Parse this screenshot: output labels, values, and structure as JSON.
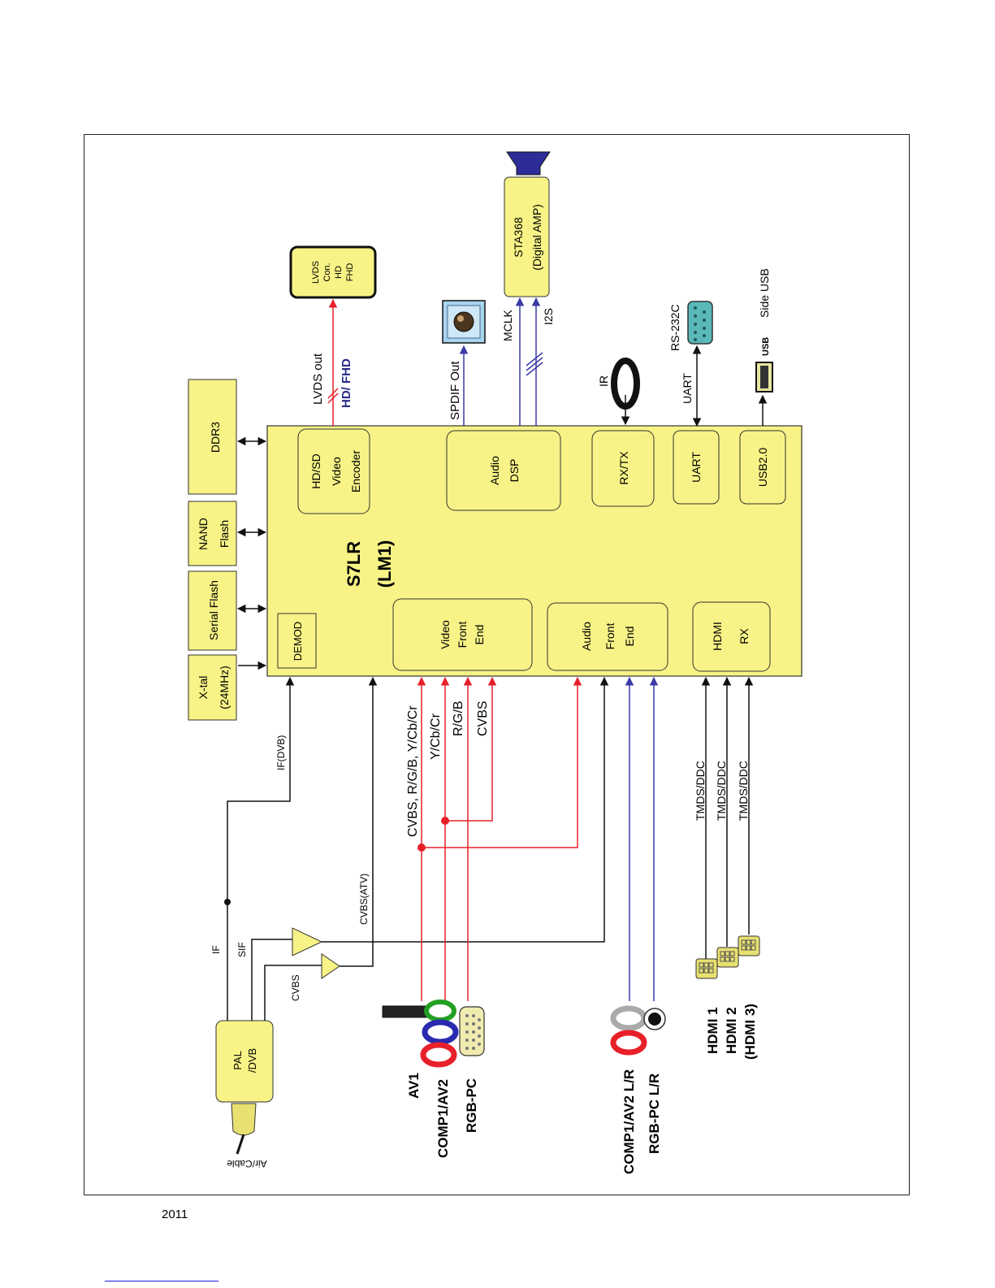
{
  "footer": {
    "year": "2011"
  },
  "chip": {
    "name": "S7LR",
    "model": "(LM1)"
  },
  "blocks": {
    "demod": "DEMOD",
    "video_front_end": [
      "Video",
      "Front",
      "End"
    ],
    "audio_front_end": [
      "Audio",
      "Front",
      "End"
    ],
    "hdmi_rx": [
      "HDMI",
      "RX"
    ],
    "video_encoder": [
      "HD/SD",
      "Video",
      "Encoder"
    ],
    "audio_dsp": [
      "Audio",
      "DSP"
    ],
    "rx_tx": "RX/TX",
    "uart": "UART",
    "usb": "USB2.0"
  },
  "memory": {
    "ddr3": "DDR3",
    "nand": [
      "NAND",
      "Flash"
    ],
    "serial_flash": "Serial Flash",
    "xtal": [
      "X-tal",
      "(24MHz)"
    ]
  },
  "outputs": {
    "lvds": [
      "LVDS",
      "Con.",
      "HD",
      "FHD"
    ],
    "lvds_out": "LVDS out",
    "hd_fhd": "HD/ FHD",
    "spdif_out": "SPDIF Out",
    "mclk": "MCLK",
    "i2s": "I2S",
    "amp": [
      "STA368",
      "(Digital AMP)"
    ],
    "ir": "IR",
    "uart_line": "UART",
    "rs232c": "RS-232C",
    "usb_icon": "USB",
    "side_usb": "Side USB"
  },
  "signals": {
    "if_dvb": "IF(DVB)",
    "if": "IF",
    "sif": "SIF",
    "cvbs": "CVBS",
    "cvbs_atv": "CVBS(ATV)",
    "video1": "CVBS, R/G/B, Y/Cb/Cr",
    "video2": "Y/Cb/Cr",
    "video3": "R/G/B",
    "video4": "CVBS",
    "tmds1": "TMDS/DDC",
    "tmds2": "TMDS/DDC",
    "tmds3": "TMDS/DDC"
  },
  "inputs": {
    "tuner": [
      "PAL",
      "/DVB"
    ],
    "air_cable": "Air/Cable",
    "av1": "AV1",
    "comp1_av2": "COMP1/AV2",
    "rgb_pc": "RGB-PC",
    "comp_audio": "COMP1/AV2  L/R",
    "rgb_audio": "RGB-PC  L/R",
    "hdmi1": "HDMI 1",
    "hdmi2": "HDMI 2",
    "hdmi3": "(HDMI 3)"
  },
  "colors": {
    "block_fill": "#f7f386",
    "line_red": "#e8202a",
    "line_blue": "#3a3aa8",
    "line_black": "#111111"
  }
}
